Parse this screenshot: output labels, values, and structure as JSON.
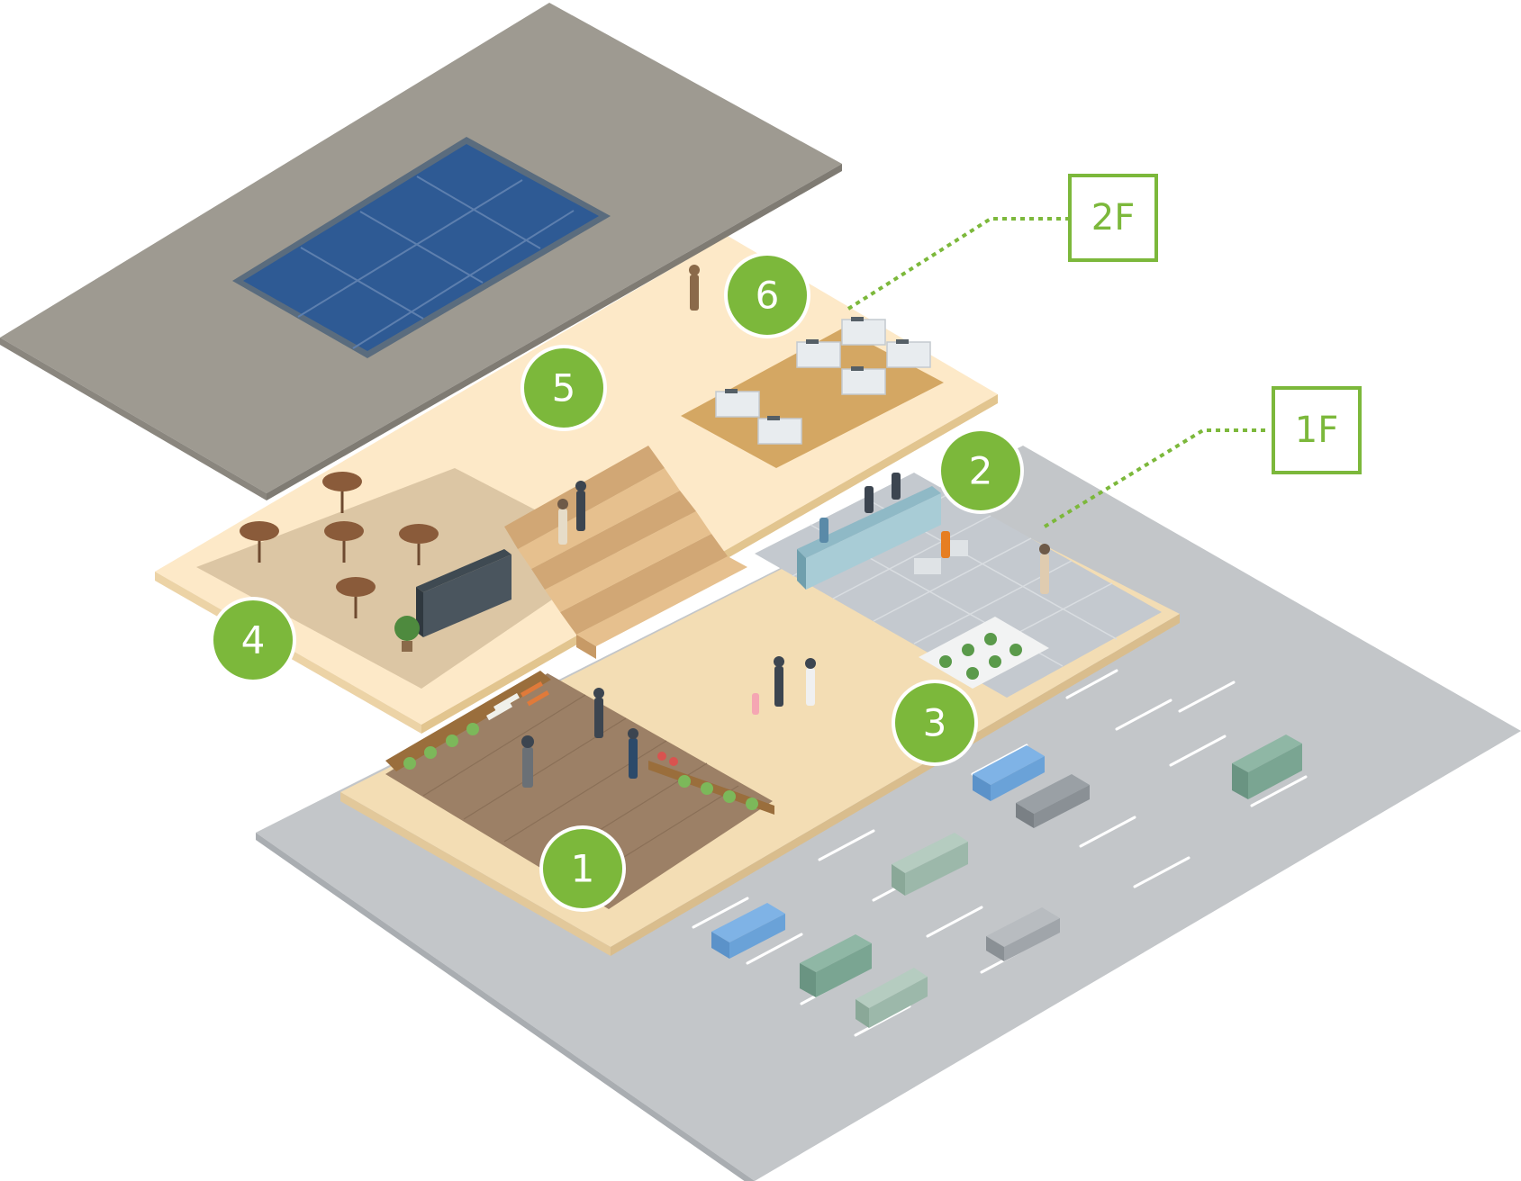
{
  "floor_labels": {
    "second": "2F",
    "first": "1F"
  },
  "markers": {
    "m1": "1",
    "m2": "2",
    "m3": "3",
    "m4": "4",
    "m5": "5",
    "m6": "6"
  },
  "colors": {
    "accent_green": "#7cb83b",
    "roof": "#9e9a91",
    "solar_panel": "#2e5a94",
    "floor_cream": "#fde9c8",
    "parking": "#c3c6c9",
    "market_brick": "#9c8066",
    "kitchen_wood": "#d4a763",
    "lobby_tile": "#c4c9cf"
  },
  "icons": {
    "roof": "solar-roof-icon",
    "market": "produce-market-icon",
    "cafe": "cafe-tables-icon",
    "kitchen": "cooking-studio-icon",
    "lobby": "reception-lobby-icon",
    "vehicle": "car-icon"
  }
}
